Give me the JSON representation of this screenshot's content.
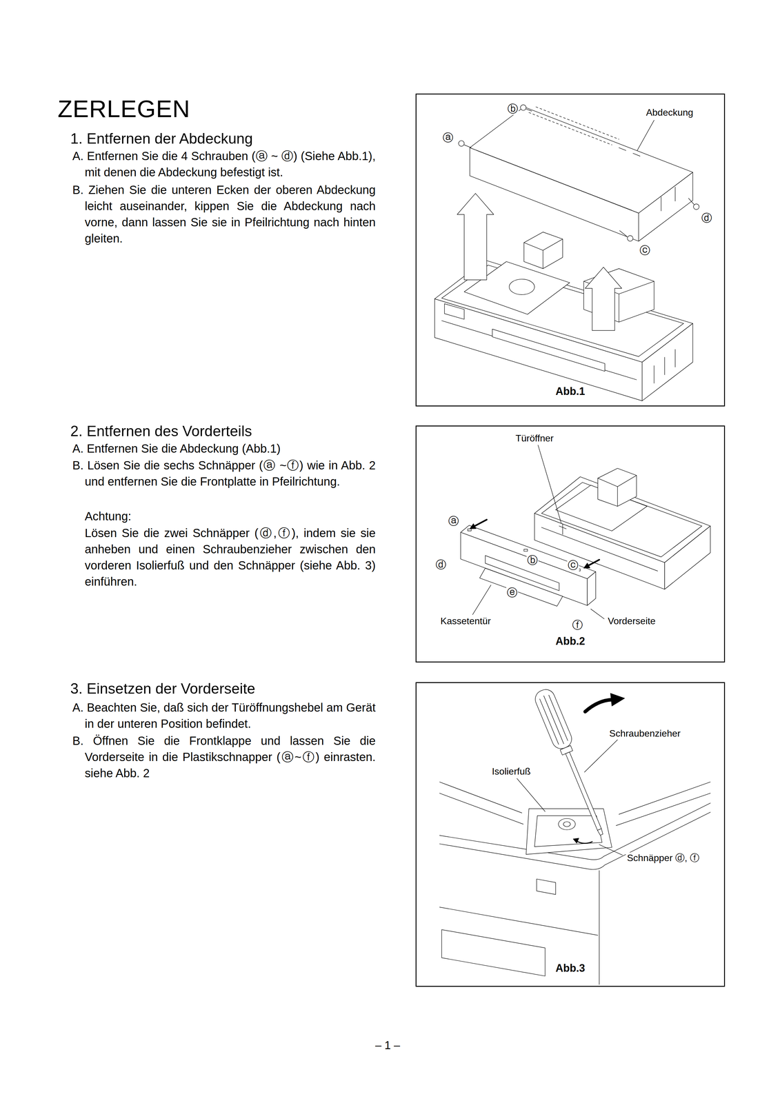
{
  "diagram": {
    "title": "ZERLEGEN",
    "nodes": [
      {
        "text": [
          "Abb.1"
        ]
      },
      {
        "text": [
          "Abb.2"
        ]
      },
      {
        "text": [
          "Abb.3"
        ]
      }
    ],
    "labels": [
      "1. Entfernen der Abdeckung",
      "A. Entfernen Sie die 4 Schrauben (ⓐ ~ ⓓ) (Siehe Abb.1), mit denen die Abdeckung befestigt ist.",
      "B. Ziehen Sie die unteren Ecken der oberen Abdeckung leicht auseinander, kippen Sie die Abdeckung nach vorne, dann lassen Sie sie in Pfeilrichtung nach hinten gleiten.",
      "2. Entfernen des Vorderteils",
      "A. Entfernen Sie die Abdeckung (Abb.1)",
      "B. Lösen Sie die sechs Schnäpper (ⓐ ~ⓕ) wie in Abb. 2 und entfernen Sie die Frontplatte in Pfeilrichtung.",
      "Achtung:",
      "Lösen Sie die zwei Schnäpper (ⓓ,ⓕ), indem sie sie anheben und einen Schraubenzieher zwischen den vorderen Isolierfuß und den Schnäpper (siehe Abb. 3) einführen.",
      "3. Einsetzen der Vorderseite",
      "A. Beachten Sie, daß sich der Türöffnungshebel am Gerät in der unteren Position befindet.",
      "B. Öffnen Sie die Frontklappe und lassen Sie die Vorderseite in die Plastikschnapper (ⓐ~ⓕ) einrasten. siehe Abb. 2",
      "ⓑ",
      "Abdeckung",
      "ⓐ",
      "ⓓ",
      "ⓒ",
      "Türöffner",
      "ⓐ",
      "ⓓ",
      "ⓑ",
      "ⓔ",
      "ⓒ",
      "Kassetentür",
      "ⓕ",
      "Vorderseite",
      "Schraubenzieher",
      "Isolierfuß",
      "Schnäpper ⓓ, ⓕ",
      "– 1 –"
    ]
  }
}
